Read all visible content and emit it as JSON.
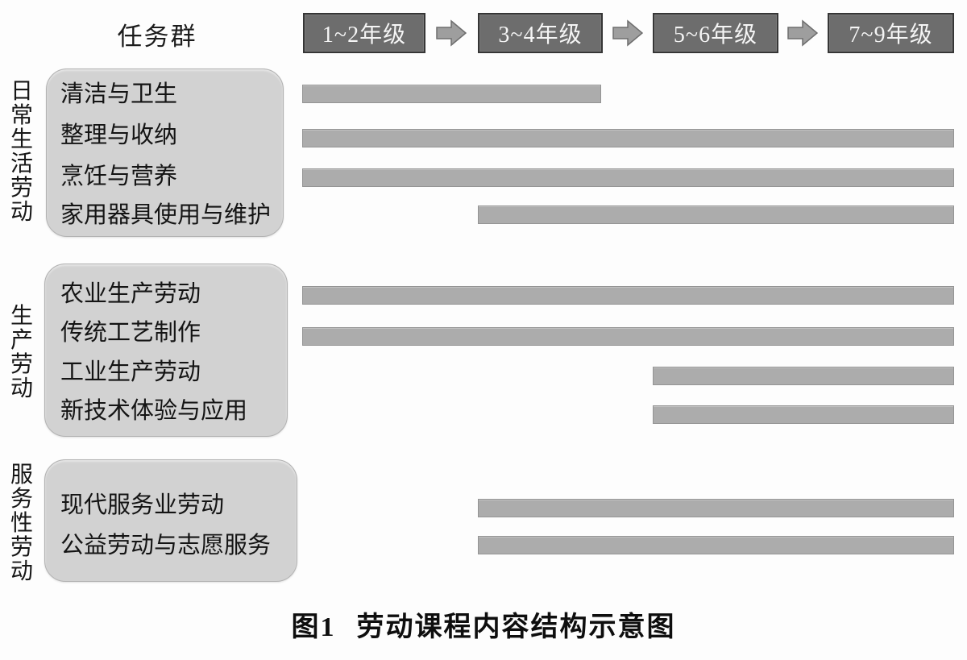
{
  "header": {
    "task_group_label": "任务群",
    "grades": [
      {
        "label": "1~2年级"
      },
      {
        "label": "3~4年级"
      },
      {
        "label": "5~6年级"
      },
      {
        "label": "7~9年级"
      }
    ]
  },
  "groups": [
    {
      "category": "日常生活劳动",
      "items": [
        {
          "label": "清洁与卫生",
          "span": [
            0,
            1
          ]
        },
        {
          "label": "整理与收纳",
          "span": [
            0,
            3
          ]
        },
        {
          "label": "烹饪与营养",
          "span": [
            0,
            3
          ]
        },
        {
          "label": "家用器具使用与维护",
          "span": [
            1,
            3
          ]
        }
      ]
    },
    {
      "category": "生产劳动",
      "items": [
        {
          "label": "农业生产劳动",
          "span": [
            0,
            3
          ]
        },
        {
          "label": "传统工艺制作",
          "span": [
            0,
            3
          ]
        },
        {
          "label": "工业生产劳动",
          "span": [
            2,
            3
          ]
        },
        {
          "label": "新技术体验与应用",
          "span": [
            2,
            3
          ]
        }
      ]
    },
    {
      "category": "服务性劳动",
      "items": [
        {
          "label": "现代服务业劳动",
          "span": [
            1,
            3
          ]
        },
        {
          "label": "公益劳动与志愿服务",
          "span": [
            1,
            3
          ]
        }
      ]
    }
  ],
  "caption": {
    "prefix": "图1",
    "title": "劳动课程内容结构示意图"
  },
  "colors": {
    "grade_box_bg": "#6d6d6d",
    "grade_box_border": "#363636",
    "grade_box_text": "#f5f5f5",
    "group_box_bg": "#d2d2d2",
    "bar_fill": "#acacac",
    "arrow_fill": "#9e9e9e",
    "page_bg": "#fdfdfd"
  }
}
